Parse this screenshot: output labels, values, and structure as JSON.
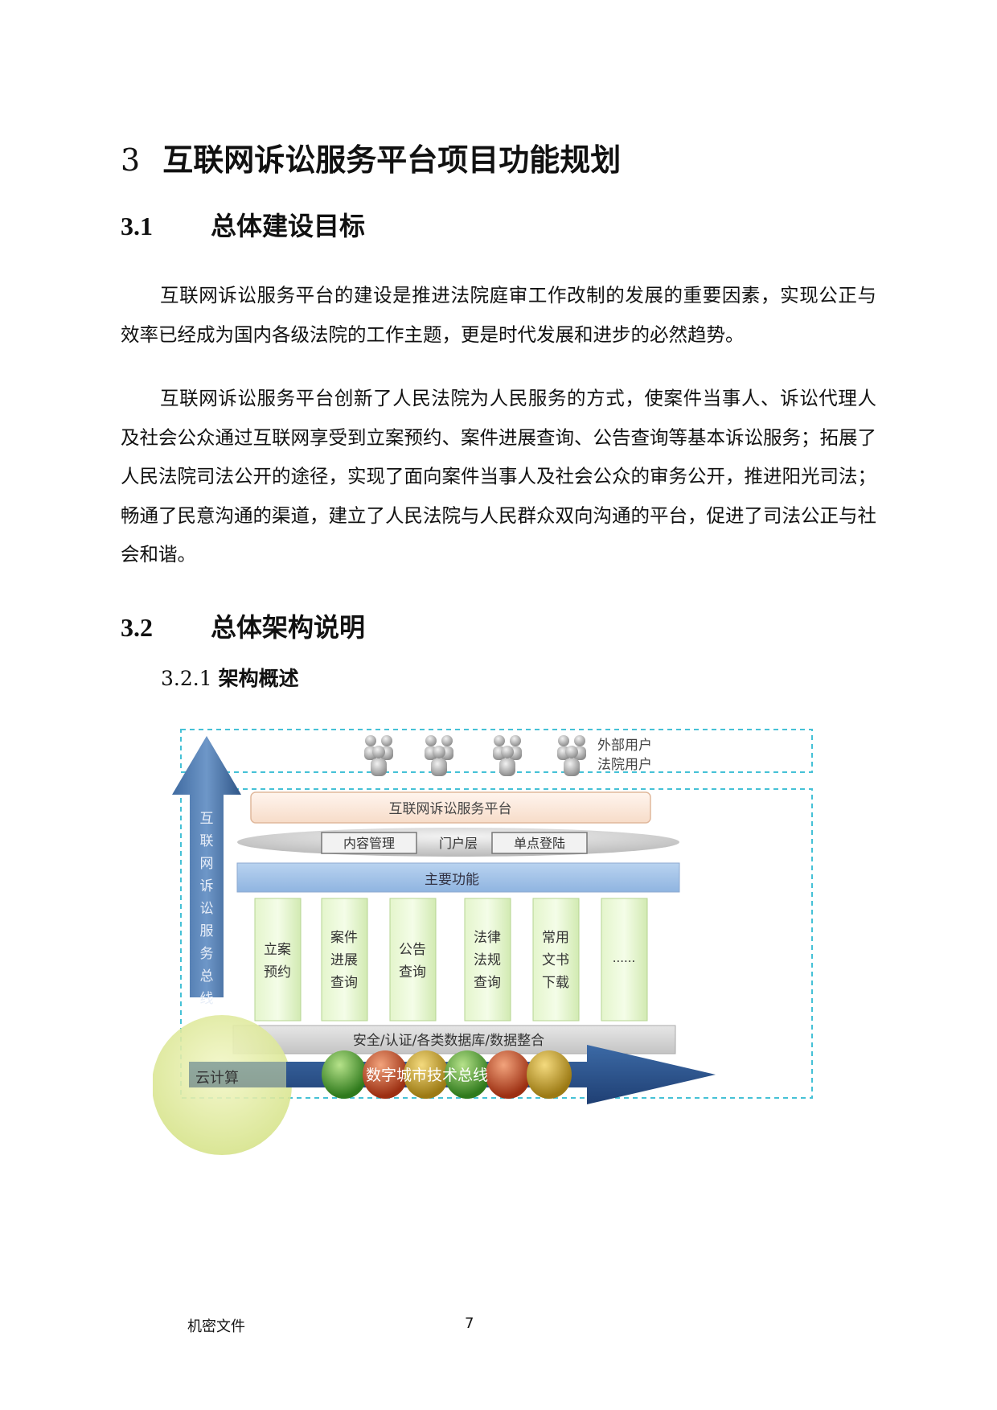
{
  "section": {
    "number": "3",
    "title": "互联网诉讼服务平台项目功能规划"
  },
  "sub1": {
    "number": "3.1",
    "title": "总体建设目标"
  },
  "para1": "互联网诉讼服务平台的建设是推进法院庭审工作改制的发展的重要因素，实现公正与效率已经成为国内各级法院的工作主题，更是时代发展和进步的必然趋势。",
  "para2": "互联网诉讼服务平台创新了人民法院为人民服务的方式，使案件当事人、诉讼代理人及社会公众通过互联网享受到立案预约、案件进展查询、公告查询等基本诉讼服务；拓展了人民法院司法公开的途径，实现了面向案件当事人及社会公众的审务公开，推进阳光司法；畅通了民意沟通的渠道，建立了人民法院与人民群众双向沟通的平台，促进了司法公正与社会和谐。",
  "sub2": {
    "number": "3.2",
    "title": "总体架构说明"
  },
  "sub3": {
    "number": "3.2.1",
    "title": "架构概述"
  },
  "diagram": {
    "users": [
      "外部用户",
      "法院用户"
    ],
    "platform": "互联网诉讼服务平台",
    "portal": {
      "label": "门户层",
      "left": "内容管理",
      "right": "单点登陆"
    },
    "main": "主要功能",
    "functions": [
      [
        "立案",
        "预约"
      ],
      [
        "案件",
        "进展",
        "查询"
      ],
      [
        "公告",
        "查询"
      ],
      [
        "法律",
        "法规",
        "查询"
      ],
      [
        "常用",
        "文书",
        "下载"
      ],
      [
        "......"
      ]
    ],
    "base": "安全/认证/各类数据库/数据整合",
    "bus_vertical": [
      "互",
      "联",
      "网",
      "诉",
      "讼",
      "服",
      "务",
      "总",
      "线"
    ],
    "bus_horizontal": "数字城市技术总线",
    "cloud": "云计算"
  },
  "footer": {
    "left": "机密文件",
    "page": "7"
  }
}
